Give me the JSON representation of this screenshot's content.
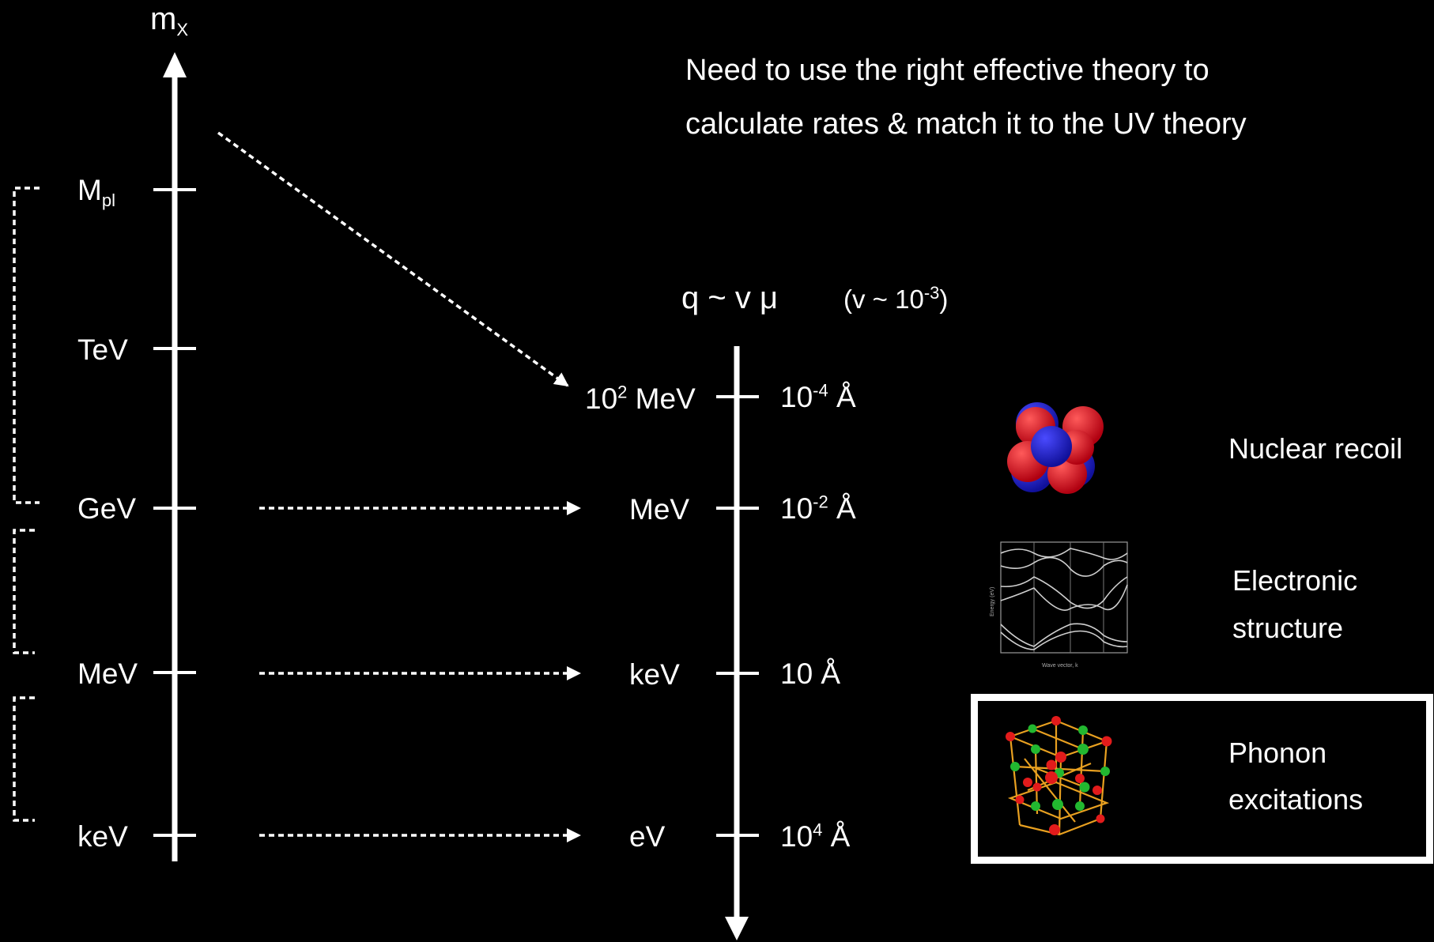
{
  "left_axis": {
    "label_base": "m",
    "label_sub": "X",
    "ticks": [
      {
        "base": "M",
        "sub": "pl"
      },
      {
        "base": "TeV"
      },
      {
        "base": "GeV"
      },
      {
        "base": "MeV"
      },
      {
        "base": "keV"
      }
    ]
  },
  "headline": {
    "line1": "Need to use the right effective theory to",
    "line2": "calculate rates & match it to the UV theory"
  },
  "right_axis": {
    "formula": "q ~  v μ",
    "velocity_prefix": "(v ~ 10",
    "velocity_exp": "-3",
    "velocity_suffix": ")",
    "energy_ticks": [
      {
        "coef": "10",
        "exp": "2",
        "unit": " MeV"
      },
      {
        "coef": "MeV"
      },
      {
        "coef": "keV"
      },
      {
        "coef": "eV"
      }
    ],
    "length_ticks": [
      {
        "coef": "10",
        "exp": "-4",
        "unit": " Å"
      },
      {
        "coef": "10",
        "exp": "-2",
        "unit": " Å"
      },
      {
        "coef": "10 Å"
      },
      {
        "coef": "10",
        "exp": "4",
        "unit": " Å"
      }
    ]
  },
  "regimes": [
    {
      "line1": "Nuclear recoil",
      "line2": "",
      "icon": "nucleus-icon"
    },
    {
      "line1": "Electronic",
      "line2": "structure",
      "icon": "band-structure-icon"
    },
    {
      "line1": "Phonon",
      "line2": "excitations",
      "icon": "crystal-lattice-icon",
      "highlighted": true
    }
  ],
  "colors": {
    "background": "#000000",
    "foreground": "#ffffff",
    "atom_red": "#d0101a",
    "atom_blue": "#2222cc",
    "atom_green": "#1faa2a",
    "bond": "#e8a020"
  }
}
